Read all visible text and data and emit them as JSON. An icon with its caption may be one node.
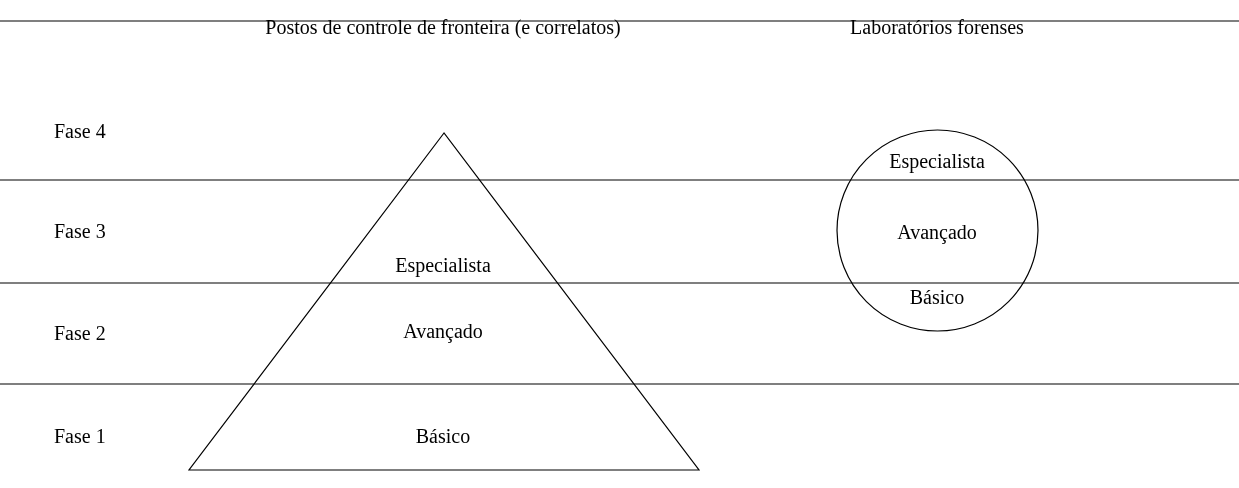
{
  "diagram": {
    "nodes": [
      {
        "text": [
          "Especialista",
          "Avançado",
          "Básico"
        ]
      },
      {
        "text": [
          "Especialista",
          "Avançado",
          "Básico"
        ]
      }
    ],
    "labels": [
      "Postos de controle de fronteira (e correlatos)",
      "Laboratórios forenses",
      "Fase 4",
      "Fase 3",
      "Fase 2",
      "Fase 1"
    ]
  }
}
